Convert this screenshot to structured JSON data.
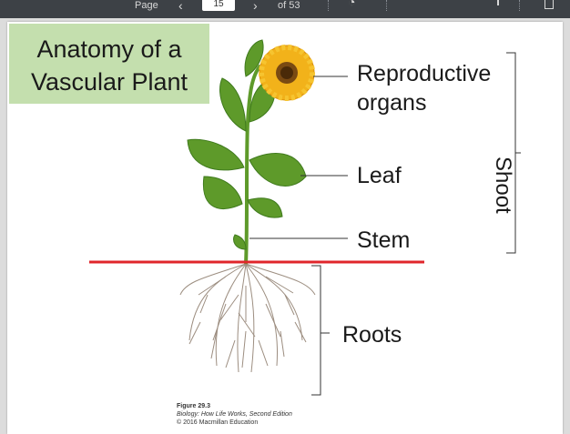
{
  "toolbar": {
    "page_label": "Page",
    "prev_icon": "chevron-left-icon",
    "page_number": "15",
    "next_icon": "chevron-right-icon",
    "page_total": "of 53",
    "clock_icon": "history-icon",
    "sidebar_icon": "sidebar-toggle-icon",
    "colors": {
      "bar": "#3d4146"
    }
  },
  "slide": {
    "title_line1": "Anatomy of a",
    "title_line2": "Vascular Plant",
    "labels": {
      "reproductive_line1": "Reproductive",
      "reproductive_line2": "organs",
      "leaf": "Leaf",
      "stem": "Stem",
      "roots": "Roots",
      "shoot": "Shoot"
    },
    "caption": {
      "figure": "Figure 29.3",
      "source": "Biology: How Life Works, Second Edition",
      "copyright": "© 2016 Macmillan Education"
    },
    "colors": {
      "title_bg": "#c4dfae",
      "ground_line": "#e0262b",
      "leaf": "#5e9a2a",
      "petal": "#f2b21a",
      "root": "#8b7a6a"
    }
  }
}
